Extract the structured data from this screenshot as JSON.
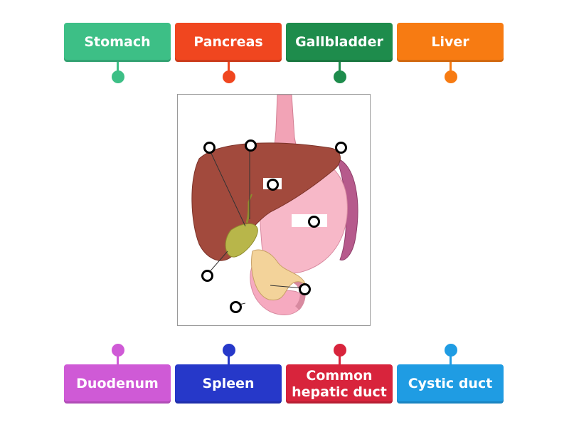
{
  "top_labels": [
    {
      "text": "Stomach",
      "color": "#3dbf86"
    },
    {
      "text": "Pancreas",
      "color": "#f0461f"
    },
    {
      "text": "Gallbladder",
      "color": "#1e8c4c"
    },
    {
      "text": "Liver",
      "color": "#f77b12"
    }
  ],
  "bottom_labels": [
    {
      "text": "Duodenum",
      "color": "#cf5ad6"
    },
    {
      "text": "Spleen",
      "color": "#2638c9"
    },
    {
      "text": "Common hepatic duct",
      "color": "#d8243c"
    },
    {
      "text": "Cystic duct",
      "color": "#1f9ce3"
    }
  ],
  "diagram": {
    "icon": "digestive-organs-illustration"
  }
}
